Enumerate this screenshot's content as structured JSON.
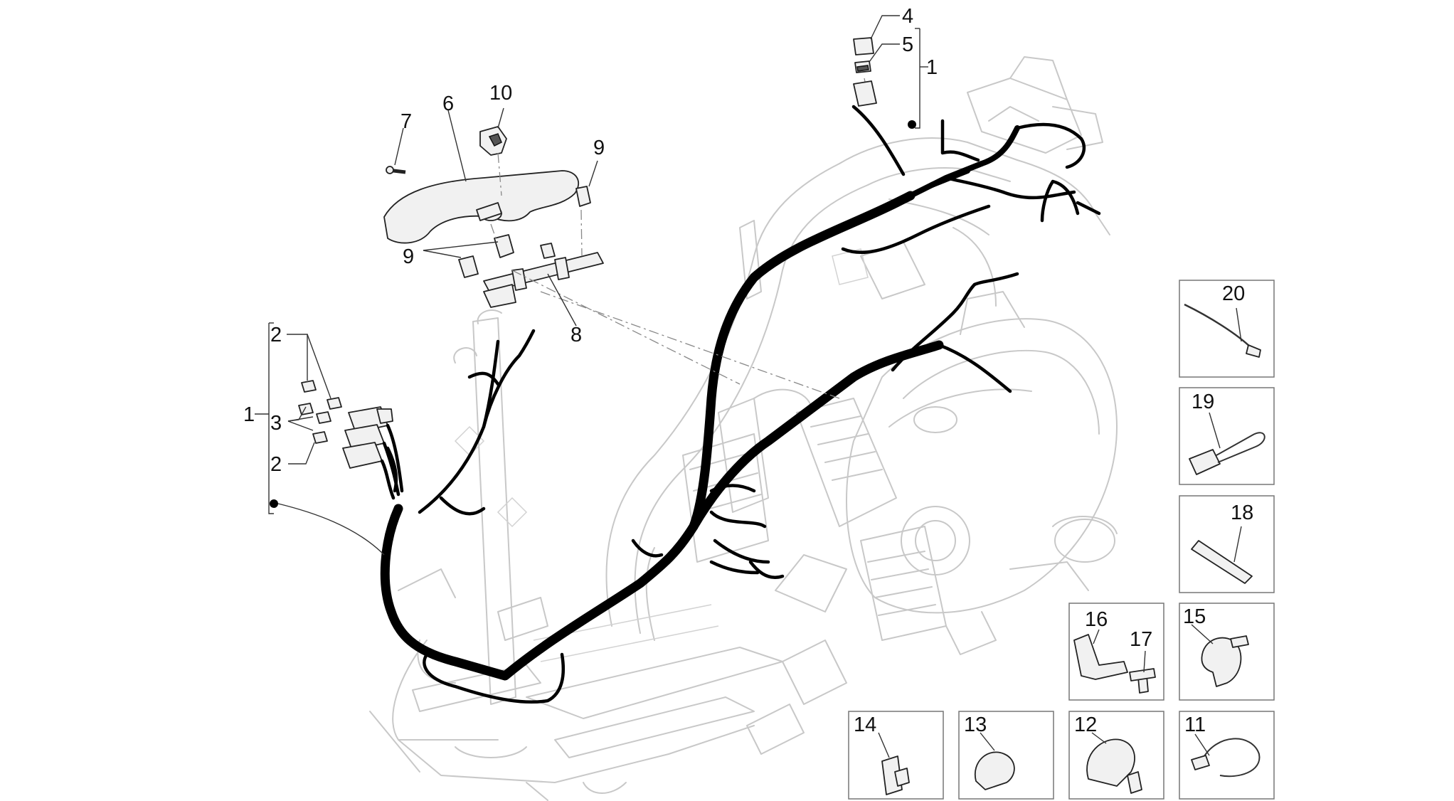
{
  "callouts": {
    "c1a": "1",
    "c1b": "1",
    "c2a": "2",
    "c2b": "2",
    "c3": "3",
    "c4": "4",
    "c5": "5",
    "c6": "6",
    "c7": "7",
    "c8": "8",
    "c9a": "9",
    "c9b": "9",
    "c10": "10",
    "c11": "11",
    "c12": "12",
    "c13": "13",
    "c14": "14",
    "c15": "15",
    "c16": "16",
    "c17": "17",
    "c18": "18",
    "c19": "19",
    "c20": "20"
  }
}
